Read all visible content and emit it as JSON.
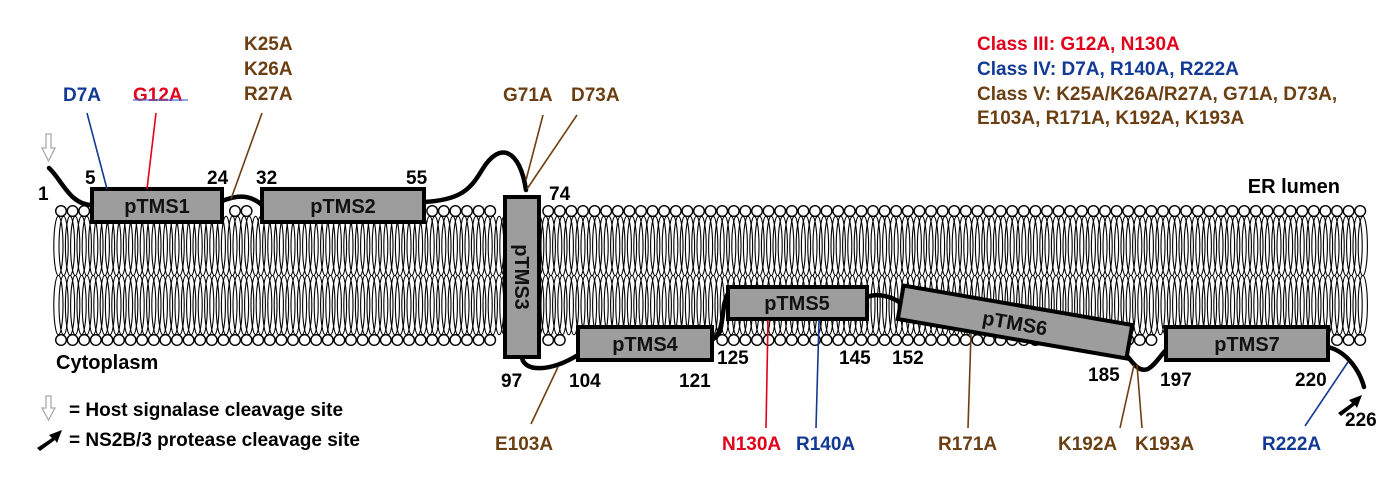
{
  "colors": {
    "class_iii": "#e3001b",
    "class_iv": "#123a94",
    "class_v": "#6b3f12",
    "box_fill": "#9d9d9d",
    "stroke": "#000000"
  },
  "compartments": {
    "lumen": "ER lumen",
    "cytoplasm": "Cytoplasm"
  },
  "domains": [
    {
      "label": "pTMS1",
      "start": "5",
      "end": "24"
    },
    {
      "label": "pTMS2",
      "start": "32",
      "end": "55"
    },
    {
      "label": "pTMS3",
      "start": "74",
      "end": "97"
    },
    {
      "label": "pTMS4",
      "start": "104",
      "end": "121"
    },
    {
      "label": "pTMS5",
      "start": "125",
      "end": "145"
    },
    {
      "label": "pTMS6",
      "start": "152",
      "end": "185"
    },
    {
      "label": "pTMS7",
      "start": "197",
      "end": "220"
    }
  ],
  "termini": {
    "n": "1",
    "c": "226"
  },
  "mutations": {
    "d7a": {
      "label": "D7A",
      "class": "IV"
    },
    "g12a": {
      "label": "G12A",
      "class": "III"
    },
    "k25a": {
      "label": "K25A",
      "class": "V"
    },
    "k26a": {
      "label": "K26A",
      "class": "V"
    },
    "r27a": {
      "label": "R27A",
      "class": "V"
    },
    "g71a": {
      "label": "G71A",
      "class": "V"
    },
    "d73a": {
      "label": "D73A",
      "class": "V"
    },
    "e103a": {
      "label": "E103A",
      "class": "V"
    },
    "n130a": {
      "label": "N130A",
      "class": "III"
    },
    "r140a": {
      "label": "R140A",
      "class": "IV"
    },
    "r171a": {
      "label": "R171A",
      "class": "V"
    },
    "k192a": {
      "label": "K192A",
      "class": "V"
    },
    "k193a": {
      "label": "K193A",
      "class": "V"
    },
    "r222a": {
      "label": "R222A",
      "class": "IV"
    }
  },
  "class_legend": [
    "Class III: G12A, N130A",
    "Class IV: D7A, R140A, R222A",
    "Class V: K25A/K26A/R27A, G71A, D73A,",
    "E103A, R171A, K192A, K193A"
  ],
  "symbol_legend": {
    "host_signalase": "= Host signalase cleavage site",
    "ns2b3_protease": "= NS2B/3 protease cleavage site"
  }
}
